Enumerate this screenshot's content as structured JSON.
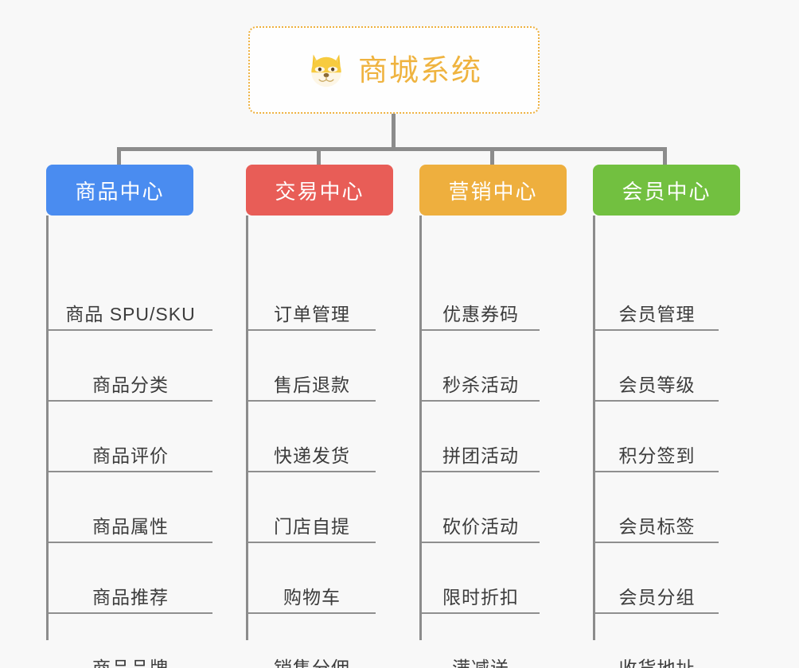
{
  "canvas": {
    "background_color": "#f8f8f8",
    "connector_color": "#8c8c8c"
  },
  "root": {
    "label": "商城系统",
    "icon": "dog-face-icon",
    "text_color": "#efb33f",
    "border_color": "#eeb13f",
    "background_color": "#fefefe"
  },
  "branches": [
    {
      "label": "商品中心",
      "color": "#4a8cf0",
      "items": [
        {
          "label": "商品 SPU/SKU"
        },
        {
          "label": "商品分类"
        },
        {
          "label": "商品评价"
        },
        {
          "label": "商品属性"
        },
        {
          "label": "商品推荐"
        },
        {
          "label": "商品品牌"
        }
      ]
    },
    {
      "label": "交易中心",
      "color": "#e85d57",
      "items": [
        {
          "label": "订单管理"
        },
        {
          "label": "售后退款"
        },
        {
          "label": "快递发货"
        },
        {
          "label": "门店自提"
        },
        {
          "label": "购物车"
        },
        {
          "label": "销售分佣"
        }
      ]
    },
    {
      "label": "营销中心",
      "color": "#eeaf3e",
      "items": [
        {
          "label": "优惠券码"
        },
        {
          "label": "秒杀活动"
        },
        {
          "label": "拼团活动"
        },
        {
          "label": "砍价活动"
        },
        {
          "label": "限时折扣"
        },
        {
          "label": "满减送"
        }
      ]
    },
    {
      "label": "会员中心",
      "color": "#72c040",
      "items": [
        {
          "label": "会员管理"
        },
        {
          "label": "会员等级"
        },
        {
          "label": "积分签到"
        },
        {
          "label": "会员标签"
        },
        {
          "label": "会员分组"
        },
        {
          "label": "收货地址"
        }
      ]
    }
  ]
}
